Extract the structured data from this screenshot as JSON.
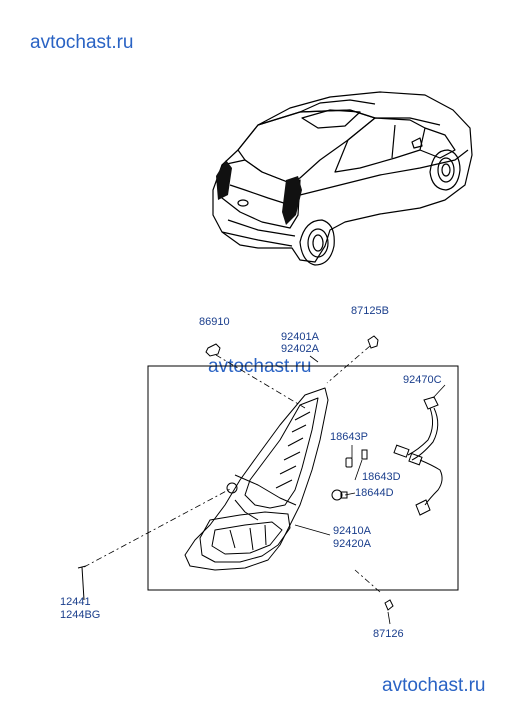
{
  "watermark": {
    "text": "avtochast.ru",
    "color": "#2a63c4"
  },
  "part_numbers": {
    "p86910": "86910",
    "p92401A": "92401A",
    "p92402A": "92402A",
    "p87125B": "87125B",
    "p92470C": "92470C",
    "p18643P": "18643P",
    "p18643D": "18643D",
    "p18644D": "18644D",
    "p92410A": "92410A",
    "p92420A": "92420A",
    "p12441": "12441",
    "p1244BG": "1244BG",
    "p87126": "87126"
  },
  "colors": {
    "label": "#1a3e8c",
    "line": "#000000"
  }
}
